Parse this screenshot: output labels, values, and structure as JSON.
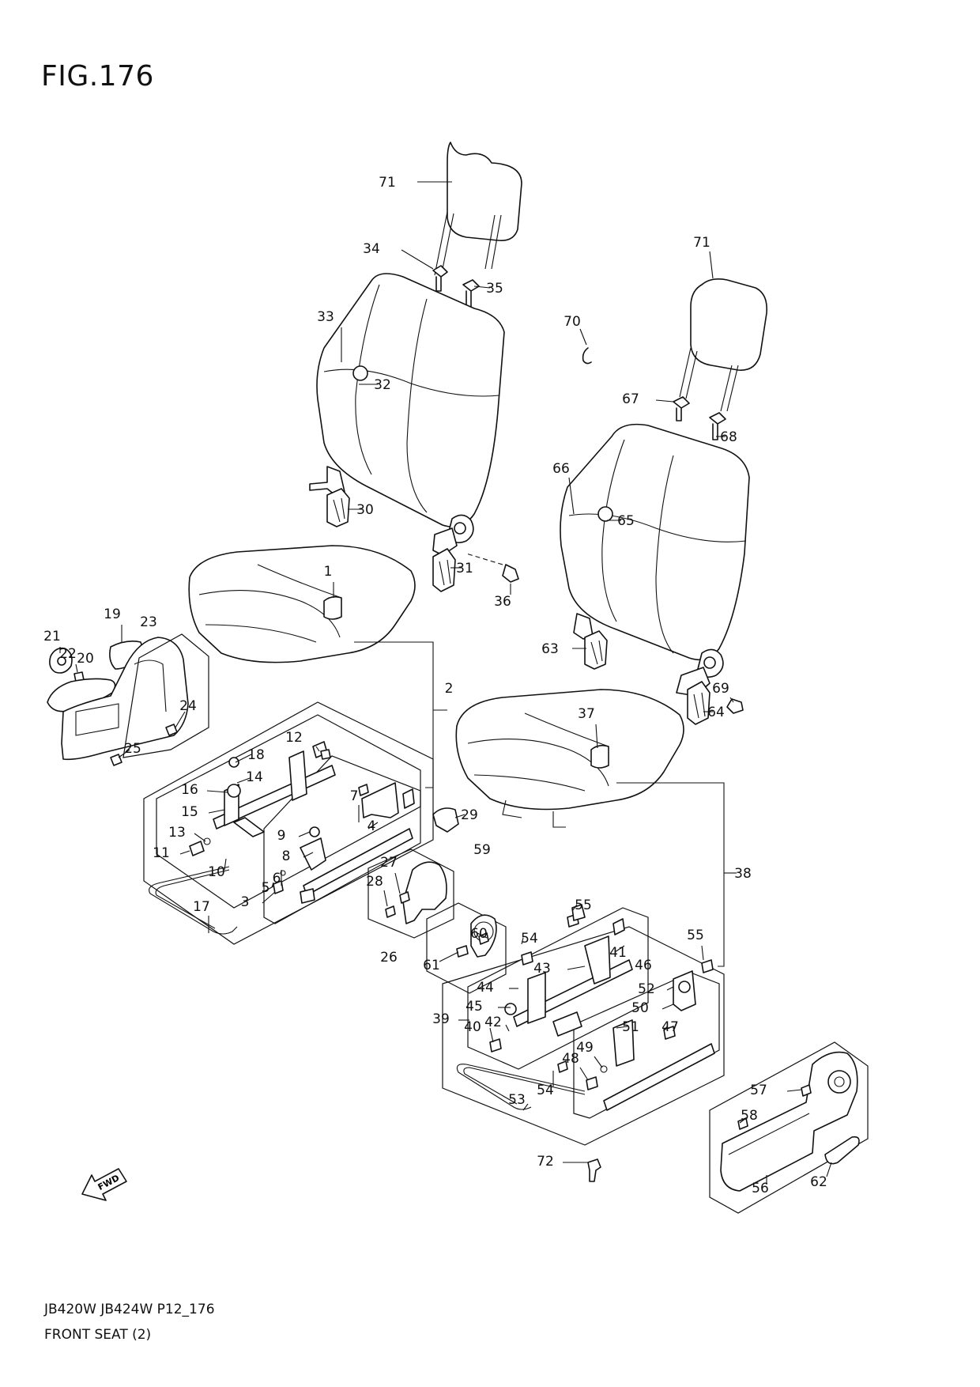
{
  "figure": {
    "title": "FIG.176",
    "model_code": "JB420W JB424W P12_176",
    "name": "FRONT SEAT (2)"
  },
  "fwd_indicator": {
    "label": "FWD",
    "icon": "fwd-arrow-icon"
  },
  "callouts": [
    "71",
    "34",
    "35",
    "33",
    "32",
    "30",
    "31",
    "36",
    "1",
    "2",
    "19",
    "23",
    "21",
    "22",
    "20",
    "24",
    "25",
    "12",
    "18",
    "14",
    "16",
    "15",
    "13",
    "11",
    "10",
    "17",
    "7",
    "4",
    "9",
    "8",
    "6",
    "5",
    "3",
    "29",
    "27",
    "28",
    "26",
    "59",
    "60",
    "61",
    "70",
    "71",
    "67",
    "68",
    "66",
    "65",
    "63",
    "69",
    "64",
    "37",
    "38",
    "55",
    "54",
    "41",
    "43",
    "44",
    "45",
    "42",
    "40",
    "39",
    "46",
    "52",
    "50",
    "51",
    "47",
    "49",
    "48",
    "54",
    "53",
    "55",
    "57",
    "58",
    "56",
    "62",
    "72"
  ]
}
